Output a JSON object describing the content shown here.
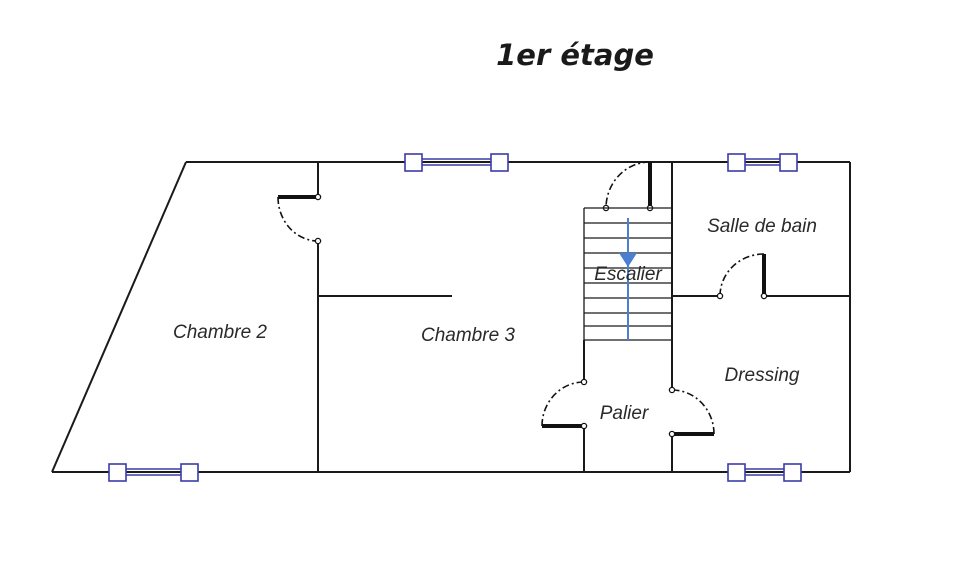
{
  "title": "1er étage",
  "rooms": {
    "chambre2": "Chambre 2",
    "chambre3": "Chambre 3",
    "escalier": "Escalier",
    "salle_de_bain": "Salle de bain",
    "dressing": "Dressing",
    "palier": "Palier"
  },
  "colors": {
    "walls": "#1a1a1a",
    "windows": "#3b3ba8",
    "stair_arrow": "#4a7fd1"
  }
}
